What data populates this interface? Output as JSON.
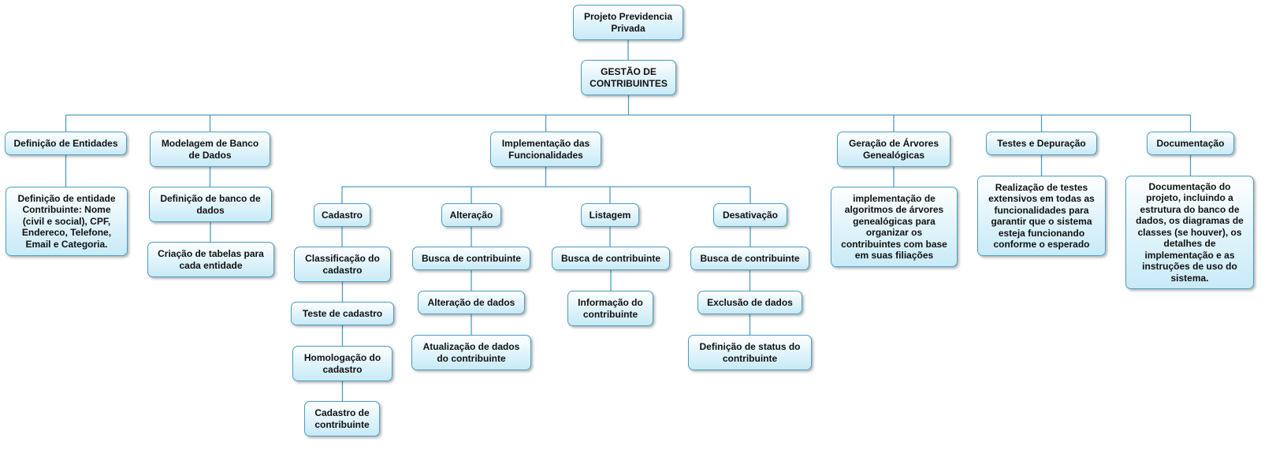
{
  "colors": {
    "connector": "#4a9fc4",
    "node_border": "#4a9fc4",
    "node_fill_top": "#ffffff",
    "node_fill_bottom": "#c8eaf7",
    "text": "#111111"
  },
  "nodes": {
    "root": "Projeto Previdencia\nPrivada",
    "gestao": "GESTÃO DE\nCONTRIBUINTES",
    "definicao_entidades": "Definição de Entidades",
    "def_entidade_contribuinte": "Definição de entidade\nContribuinte: Nome\n(civil e social), CPF,\nEndereco, Telefone,\nEmail e Categoria.",
    "modelagem_banco": "Modelagem de Banco\nde Dados",
    "definicao_banco": "Definição de banco de\ndados",
    "criacao_tabelas": "Criação de tabelas para\ncada entidade",
    "implementacao": "Implementação das\nFuncionalidades",
    "cadastro": "Cadastro",
    "classificacao_cadastro": "Classificação do\ncadastro",
    "teste_cadastro": "Teste de cadastro",
    "homologacao_cadastro": "Homologação do\ncadastro",
    "cadastro_contribuinte": "Cadastro de\ncontribuinte",
    "alteracao": "Alteração",
    "alt_busca": "Busca de contribuinte",
    "alteracao_dados": "Alteração de dados",
    "atualizacao_dados": "Atualização de dados\ndo contribuinte",
    "listagem": "Listagem",
    "list_busca": "Busca de contribuinte",
    "informacao_contribuinte": "Informação do\ncontribuinte",
    "desativacao": "Desativação",
    "des_busca": "Busca de contribuinte",
    "exclusao_dados": "Exclusão de dados",
    "definicao_status": "Definição de status do\ncontribuinte",
    "geracao_arvores": "Geração de Árvores\nGenealógicas",
    "impl_algoritmos": "implementação de\nalgoritmos de árvores\ngenealógicas para\norganizar os\ncontribuintes com base\nem suas filiações",
    "testes_depuracao": "Testes e Depuração",
    "realizacao_testes": "Realização de testes\nextensivos em todas as\nfuncionalidades para\ngarantir que o sistema\nesteja funcionando\nconforme o esperado",
    "documentacao": "Documentação",
    "doc_projeto": "Documentação do\nprojeto, incluindo a\nestrutura do banco de\ndados, os diagramas de\nclasses (se houver), os\ndetalhes de\nimplementação e as\ninstruções de uso do\nsistema."
  }
}
